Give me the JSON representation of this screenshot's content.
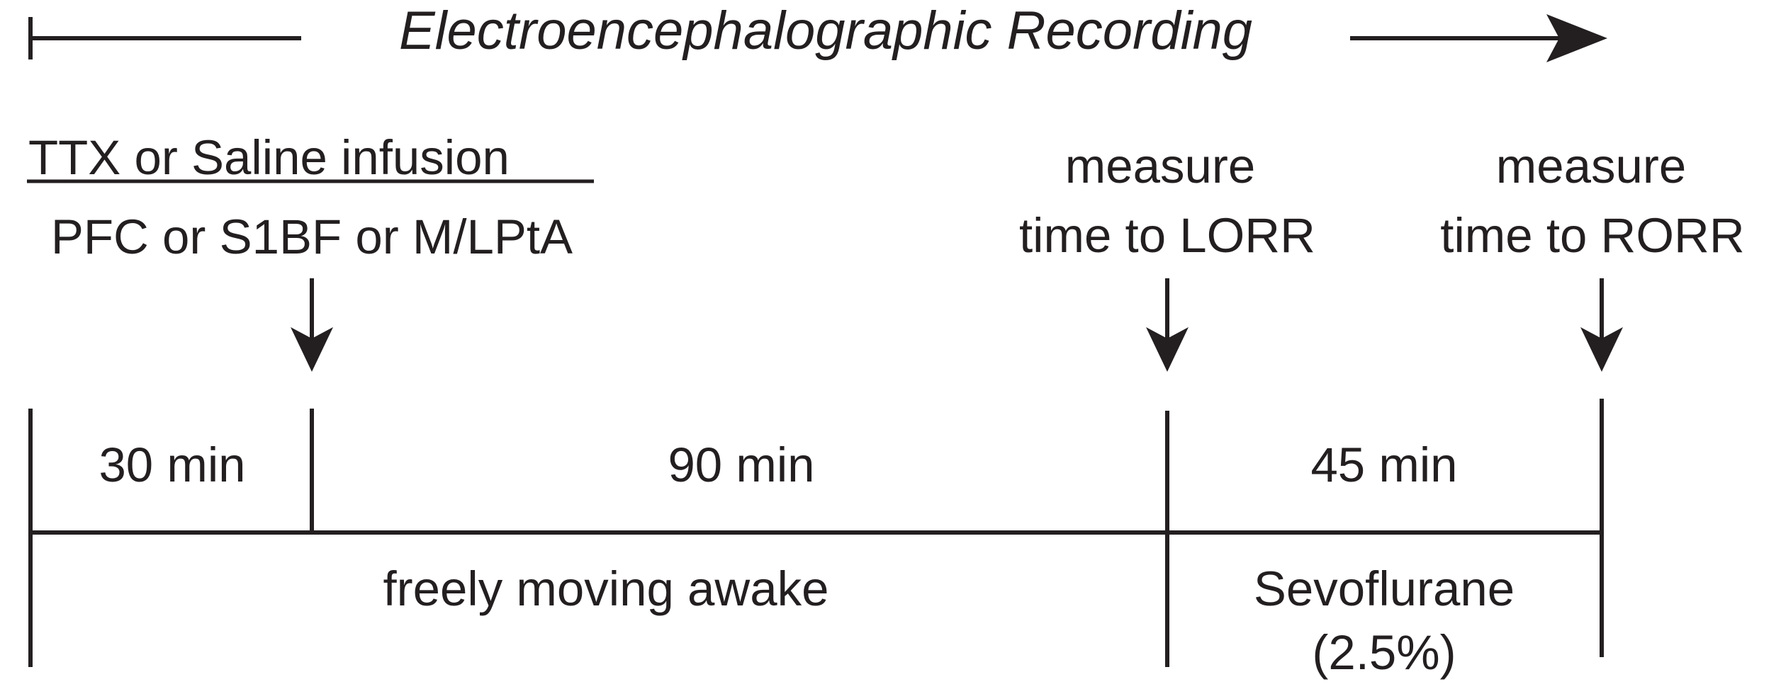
{
  "header": {
    "title": "Electroencephalographic Recording"
  },
  "infusion": {
    "title": "TTX or Saline infusion",
    "sites": "PFC or S1BF or M/LPtA"
  },
  "lorr": {
    "line1": "measure",
    "line2": "time to LORR"
  },
  "rorr": {
    "line1": "measure",
    "line2": "time to RORR"
  },
  "timeline": {
    "segments": [
      "30 min",
      "90 min",
      "45 min"
    ],
    "awake_label": "freely moving awake",
    "anesthesia_line1": "Sevoflurane",
    "anesthesia_line2": "(2.5%)"
  },
  "colors": {
    "ink": "#231f20",
    "background": "#ffffff"
  }
}
